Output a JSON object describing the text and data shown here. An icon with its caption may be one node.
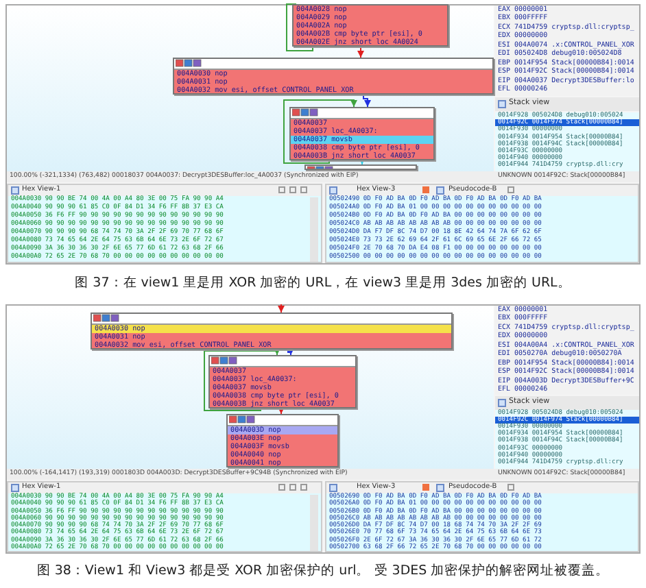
{
  "diagram": {
    "nodes": [
      {
        "text": [
          "004A0028 nop",
          "004A0029 nop",
          "004A002A nop",
          "004A002B cmp byte ptr [esi], 0",
          "004A002E jnz short loc_4A0024"
        ]
      },
      {
        "text": [
          "004A0030 nop",
          "004A0031 nop",
          "004A0032 mov esi, offset CONTROL_PANEL_XOR"
        ]
      },
      {
        "text": [
          "004A0037",
          "004A0037 loc_4A0037:",
          "004A0037 movsb",
          "004A0038 cmp byte ptr [esi], 0",
          "004A003B jnz short loc_4A0037"
        ]
      },
      {
        "text": [],
        "shape": "box"
      },
      {
        "text": [
          "004A0030 nop",
          "004A0031 nop",
          "004A0032 mov esi, offset CONTROL_PANEL_XOR"
        ]
      },
      {
        "text": [
          "004A0037",
          "004A0037 loc_4A0037:",
          "004A0037 movsb",
          "004A0038 cmp byte ptr [esi], 0",
          "004A003B jnz short loc_4A0037"
        ]
      },
      {
        "text": [
          "004A003D nop",
          "004A003E nop",
          "004A003F movsb",
          "004A0040 nop",
          "004A0041 nop"
        ]
      }
    ],
    "edges": [
      {
        "from": 0,
        "to": 0,
        "arrow": "none",
        "color": "#3fa33f"
      },
      {
        "from": 0,
        "to": 1,
        "arrow": "to",
        "color": "#e02020"
      },
      {
        "from": 1,
        "to": 2,
        "arrow": "to",
        "color": "#2030e0"
      },
      {
        "from": 2,
        "to": 2,
        "arrow": "to",
        "color": "#3fa33f"
      },
      {
        "from": 2,
        "to": 3,
        "arrow": "to",
        "color": "#30d0e8"
      },
      {
        "from": null,
        "to": 4,
        "arrow": "to",
        "color": "#e02020"
      },
      {
        "from": 4,
        "to": 5,
        "arrow": "to",
        "color": "#2030e0"
      },
      {
        "from": 5,
        "to": 5,
        "arrow": "to",
        "color": "#3fa33f"
      },
      {
        "from": 5,
        "to": 6,
        "arrow": "to",
        "color": "#e02020"
      }
    ],
    "labels": [
      "EAX 00000001",
      "EBX 000FFFFF",
      "ECX 741D4759 cryptsp.dll:cryptsp_",
      "EDX 00000000",
      "ESI 004A0074 .x:CONTROL_PANEL_XOR",
      "EDI 005024D8 debug010:005024D8",
      "EBP 0014F954 Stack[00000B84]:0014",
      "ESP 0014F92C Stack[00000B84]:0014",
      "EIP 004A0037 Decrypt3DESBuffer:lo",
      "EFL 00000246",
      "Stack view",
      "0014F928 005024D8 debug010:005024",
      "0014F92C 0014F974 Stack[00000B84]",
      "0014F930 00000000",
      "0014F934 0014F954 Stack[00000B84]",
      "0014F938 0014F94C Stack[00000B84]",
      "0014F93C 00000000",
      "0014F940 00000000",
      "0014F944 741D4759 cryptsp.dll:cry",
      "100.00% (-321,1334) (763,482) 00018037 004A0037: Decrypt3DESBuffer:loc_4A0037 (Synchronized with EIP)",
      "UNKNOWN 0014F92C: Stack[00000B84]",
      "Hex View-1",
      "Hex View-3",
      "Pseudocode-B",
      "004A0030 90 90 BE 74 00 4A 00 A4 80 3E 00 75 FA 90 90 A4",
      "004A0040 90 90 90 61 85 C0 0F 84 D1 34 F6 FF 8B 37 E3 CA",
      "004A0050 36 F6 FF 90 90 90 90 90 90 90 90 90 90 90 90 90",
      "004A0060 90 90 90 90 90 90 90 90 90 90 90 90 90 90 90 90",
      "004A0070 90 90 90 90 68 74 74 70 3A 2F 2F 69 70 77 68 6F",
      "004A0080 73 74 65 64 2E 64 75 63 6B 64 6E 73 2E 6F 72 67",
      "004A0090 3A 36 30 36 30 2F 6E 65 77 6D 61 72 63 68 2F 66",
      "004A00A0 72 65 2E 70 68 70 00 00 00 00 00 00 00 00 00 00",
      "00502490 0D F0 AD BA 0D F0 AD BA 0D F0 AD BA 0D F0 AD BA",
      "005024A0 0D F0 AD BA 01 00 00 00 00 00 00 00 00 00 00 00",
      "005024B0 0D F0 AD BA 0D F0 AD BA 00 00 00 00 00 00 00 00",
      "005024C0 AB AB AB AB AB AB AB AB 00 00 00 00 00 00 00 00",
      "005024D0 DA F7 DF 8C 74 D7 00 18 8E 42 64 74 7A 6F 62 6F",
      "005024E0 73 73 2E 62 69 64 2F 61 6C 69 65 6E 2F 66 72 65",
      "005024F0 2E 70 68 70 DA E4 08 F1 00 00 00 00 00 00 00 00",
      "00502500 00 00 00 00 00 00 00 00 00 00 00 00 00 00 00 00",
      "图 37：在 view1 里是用 XOR 加密的 URL，在 view3 里是用 3des 加密的 URL。",
      "EAX 00000001",
      "EBX 000FFFFF",
      "ECX 741D4759 cryptsp.dll:cryptsp_",
      "EDX 00000000",
      "ESI 004A00A4 .x:CONTROL_PANEL_XOR",
      "EDI 0050270A debug010:0050270A",
      "EBP 0014F954 Stack[00000B84]:0014",
      "ESP 0014F92C Stack[00000B84]:0014",
      "EIP 004A003D Decrypt3DESBuffer+9C",
      "EFL 00000246",
      "Stack view",
      "0014F928 005024D8 debug010:005024",
      "0014F92C 0014F974 Stack[00000B84]",
      "0014F930 00000000",
      "0014F934 0014F954 Stack[00000B84]",
      "0014F938 0014F94C Stack[00000B84]",
      "0014F93C 00000000",
      "0014F940 00000000",
      "0014F944 741D4759 cryptsp.dll:cry",
      "100.00% (-164,1417) (193,319) 0001803D 004A003D: Decrypt3DESBuffer+9C94B (Synchronized with EIP)",
      "UNKNOWN 0014F92C: Stack[00000B84]",
      "Hex View-1",
      "Hex View-3",
      "Pseudocode-B",
      "004A0030 90 90 BE 74 00 4A 00 A4 80 3E 00 75 FA 90 90 A4",
      "004A0040 90 90 90 61 85 C0 0F 84 D1 34 F6 FF 8B 37 E3 CA",
      "004A0050 36 F6 FF 90 90 90 90 90 90 90 90 90 90 90 90 90",
      "004A0060 90 90 90 90 90 90 90 90 90 90 90 90 90 90 90 90",
      "004A0070 90 90 90 90 68 74 74 70 3A 2F 2F 69 70 77 68 6F",
      "004A0080 73 74 65 64 2E 64 75 63 6B 64 6E 73 2E 6F 72 67",
      "004A0090 3A 36 30 36 30 2F 6E 65 77 6D 61 72 63 68 2F 66",
      "004A00A0 72 65 2E 70 68 70 00 00 00 00 00 00 00 00 00 00",
      "00502690 0D F0 AD BA 0D F0 AD BA 0D F0 AD BA 0D F0 AD BA",
      "005026A0 0D F0 AD BA 01 00 00 00 00 00 00 00 00 00 00 00",
      "005026B0 0D F0 AD BA 0D F0 AD BA 00 00 00 00 00 00 00 00",
      "005026C0 AB AB AB AB AB AB AB AB 00 00 00 00 00 00 00 00",
      "005026D0 DA F7 DF 8C 74 D7 00 18 68 74 74 70 3A 2F 2F 69",
      "005026E0 70 77 68 6F 73 74 65 64 2E 64 75 63 6B 64 6E 73",
      "005026F0 2E 6F 72 67 3A 36 30 36 30 2F 6E 65 77 6D 61 72",
      "00502700 63 68 2F 66 72 65 2E 70 68 70 00 00 00 00 00 00",
      "图 38：View1 和 View3 都是受 XOR 加密保护的 url。 受 3DES 加密保护的解密网址被覆盖。"
    ]
  }
}
